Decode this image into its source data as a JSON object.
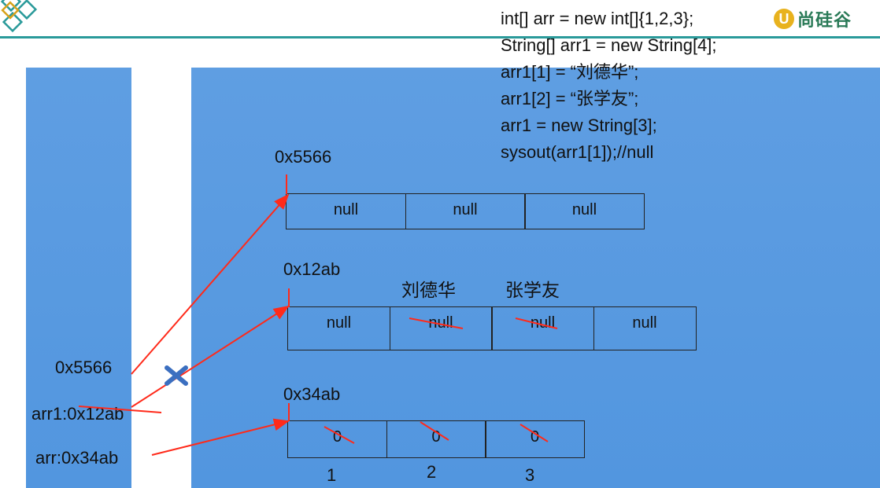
{
  "brand": {
    "mark": "U",
    "name": "尚硅谷"
  },
  "code_lines": [
    "int[] arr = new int[]{1,2,3};",
    "String[] arr1 = new String[4];",
    "arr1[1] = “刘德华”;",
    "arr1[2] = “张学友”;",
    "arr1 = new String[3];",
    "sysout(arr1[1]);//null"
  ],
  "stack": {
    "ref_a": "0x5566",
    "ref_b": "arr1:0x12ab",
    "ref_c": "arr:0x34ab"
  },
  "heap": {
    "array_a": {
      "address": "0x5566",
      "cells": [
        "null",
        "null",
        "null"
      ]
    },
    "array_b": {
      "address": "0x12ab",
      "cells": [
        "null",
        "null",
        "null",
        "null"
      ],
      "overwritten": [
        "刘德华",
        "张学友"
      ]
    },
    "array_c": {
      "address": "0x34ab",
      "cells": [
        "0",
        "0",
        "0"
      ],
      "new_values": [
        "1",
        "2",
        "3"
      ]
    }
  },
  "colors": {
    "panel": "#5a9be0",
    "arrow": "#ff2a1a",
    "accent_line": "#2a9a9a",
    "brand_mark": "#e8b21e",
    "brand_text": "#2a7a57"
  }
}
